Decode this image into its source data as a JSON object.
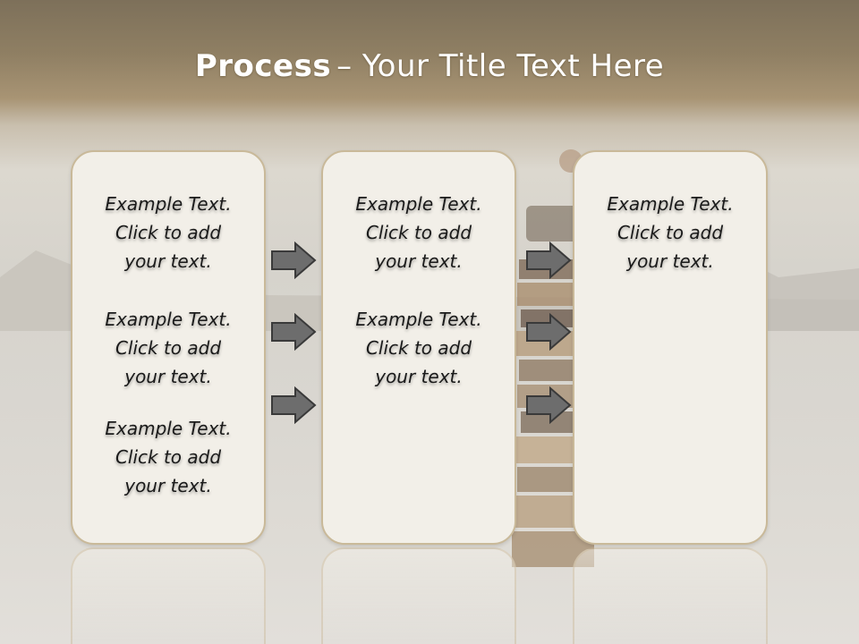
{
  "slide": {
    "title_bold": "Process",
    "title_rest": "– Your Title Text Here"
  },
  "columns": [
    {
      "blocks": [
        {
          "line1": "Example Text.",
          "line2": "Click  to add",
          "line3": "your text."
        },
        {
          "line1": "Example Text.",
          "line2": "Click  to add",
          "line3": "your text."
        },
        {
          "line1": "Example Text.",
          "line2": "Click  to add",
          "line3": "your text."
        }
      ]
    },
    {
      "blocks": [
        {
          "line1": "Example Text.",
          "line2": "Click  to add",
          "line3": "your text."
        },
        {
          "line1": "Example Text.",
          "line2": "Click  to add",
          "line3": "your text."
        }
      ]
    },
    {
      "blocks": [
        {
          "line1": "Example Text.",
          "line2": "Click  to add",
          "line3": "your text."
        }
      ]
    }
  ],
  "arrows": {
    "icon": "right-arrow-icon",
    "color": "#6d6d6d",
    "count_per_group": 3
  },
  "colors": {
    "panel_fill": "#f2efe8",
    "panel_border": "#c9b999",
    "title_text": "#ffffff"
  }
}
